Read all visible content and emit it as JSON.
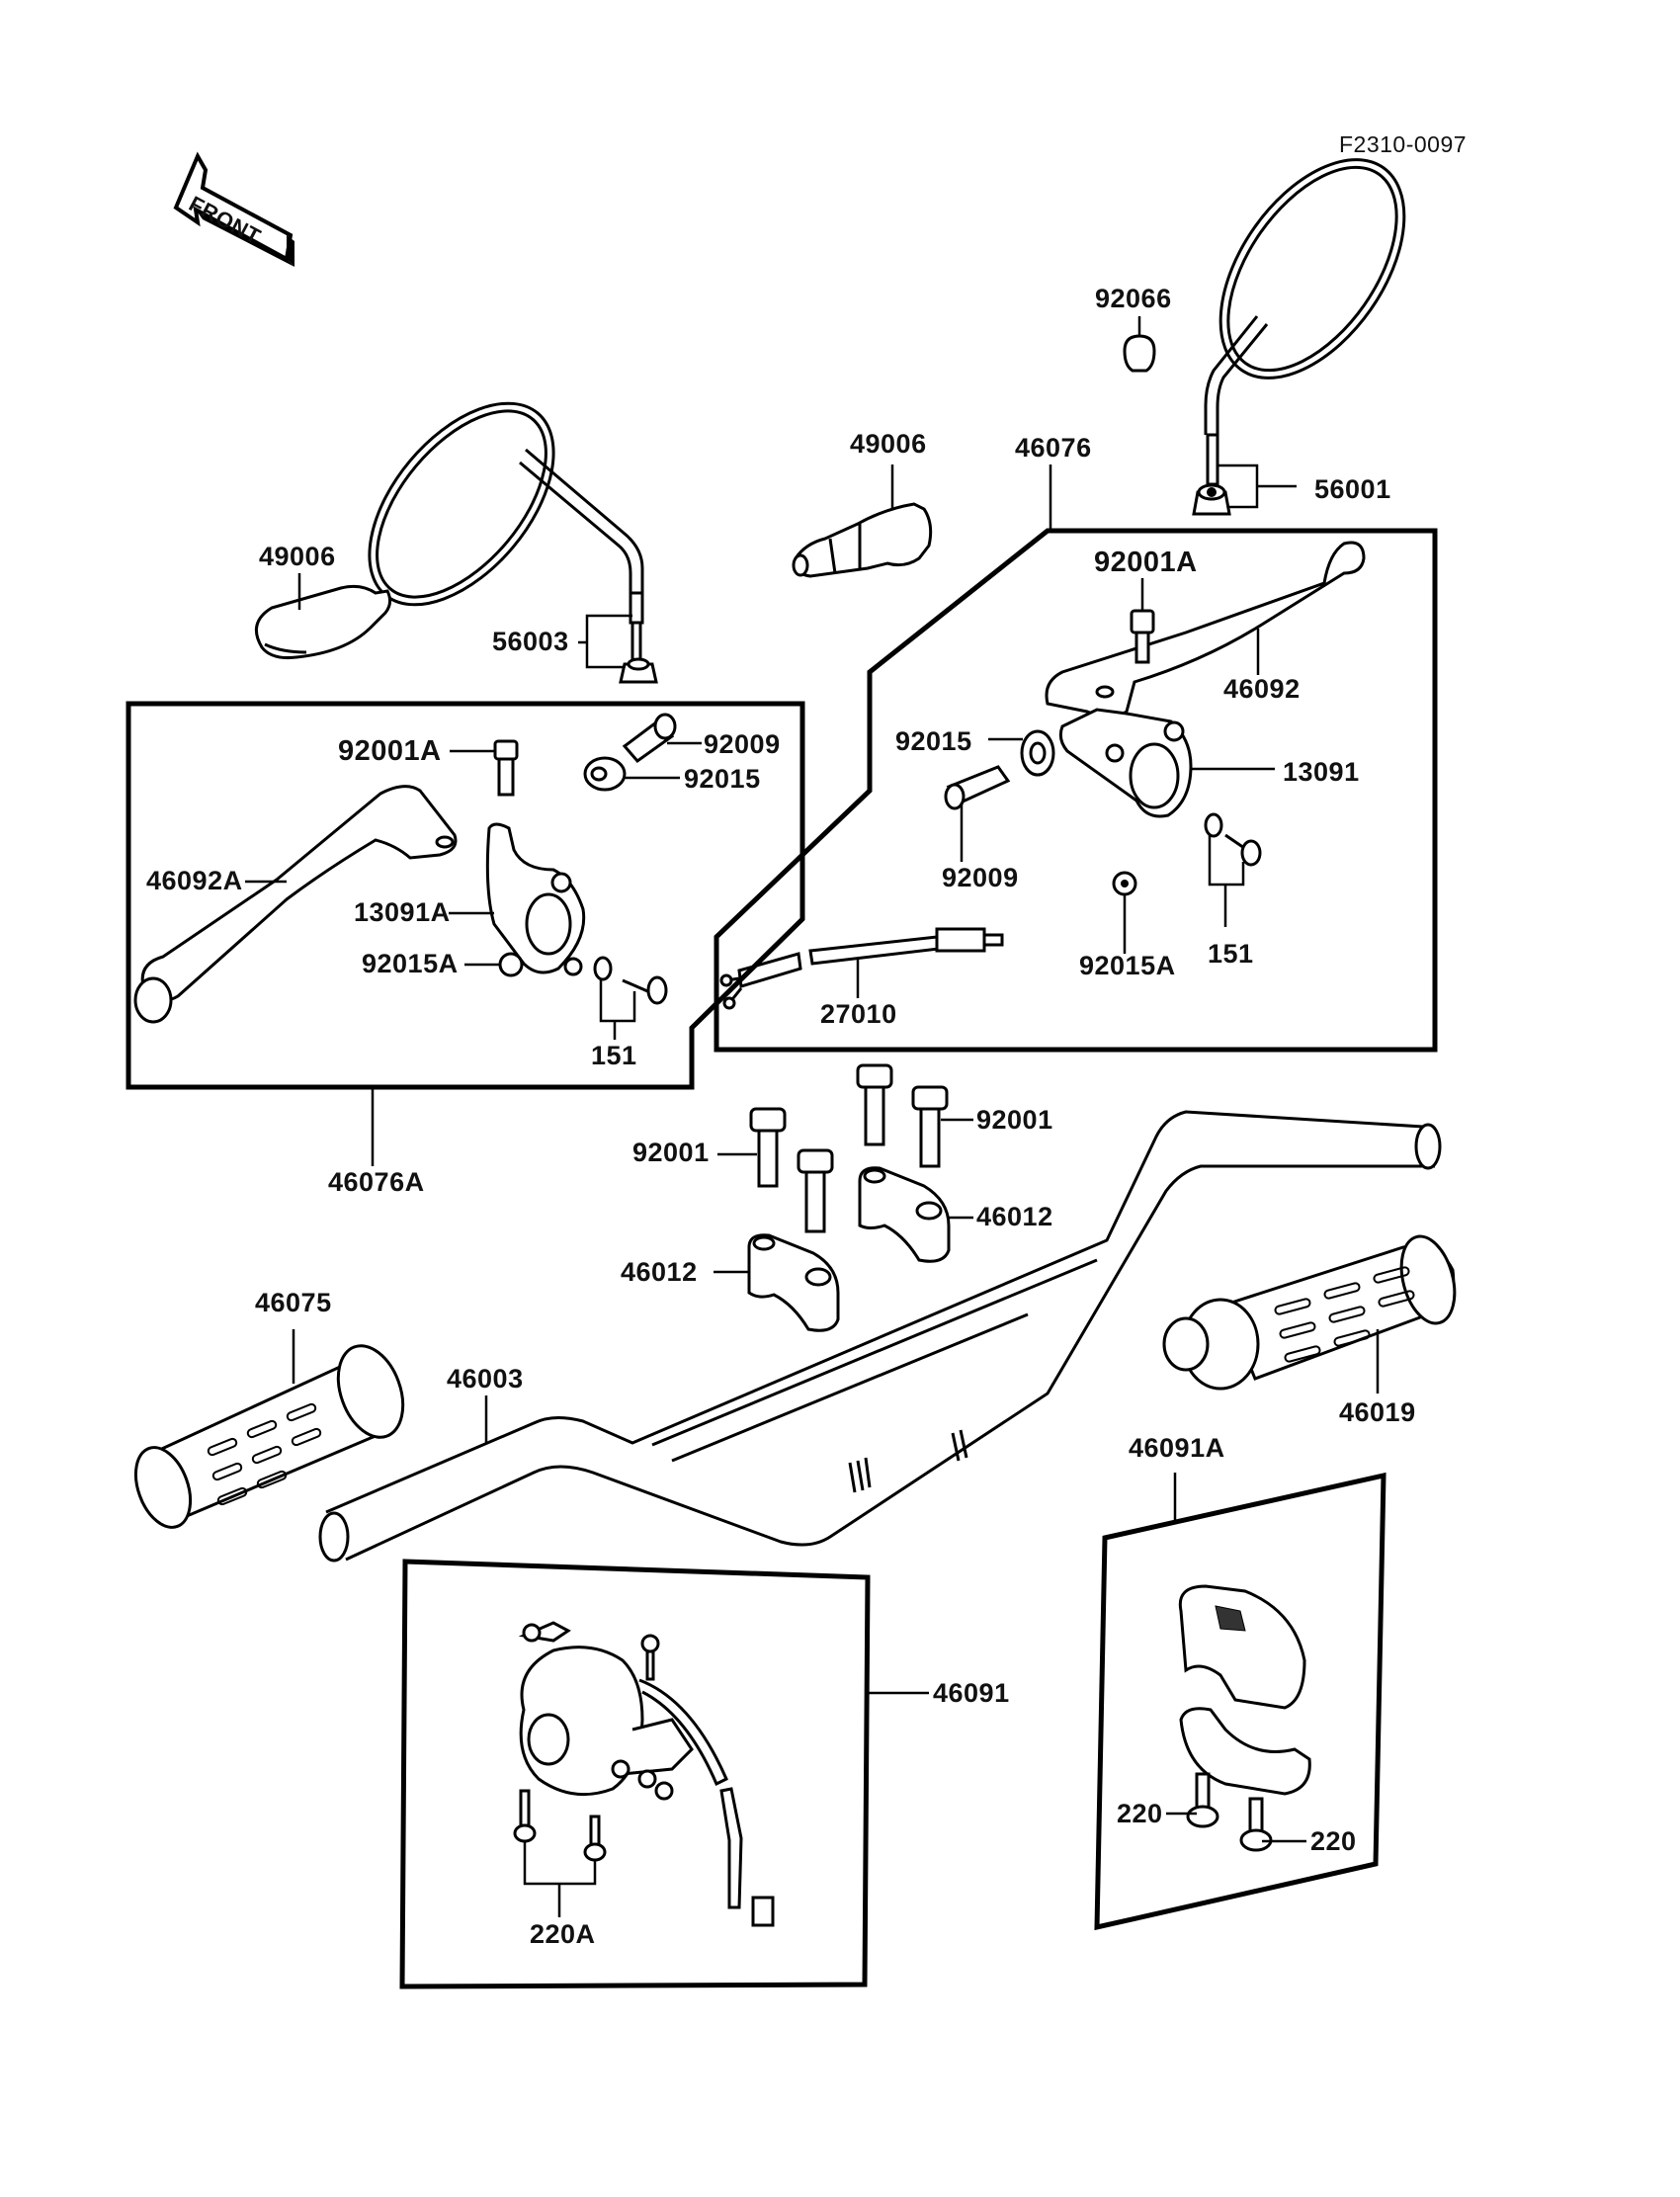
{
  "diagram": {
    "ref_code": "F2310-0097",
    "front_arrow_label": "FRONT",
    "assemblies": {
      "left_lever_assembly": "46076A",
      "right_lever_assembly": "46076",
      "left_switch_assembly": "46091",
      "right_switch_assembly": "46091A"
    },
    "labels": {
      "left_winker": "49006",
      "left_mirror_nut": "56003",
      "right_winker": "49006",
      "right_mirror_nut": "56001",
      "mirror_cap": "92066",
      "right_pivot_bolt": "92001A",
      "right_lever": "46092",
      "right_locknut": "92015",
      "right_holder": "13091",
      "right_adjuster": "92009",
      "right_nut": "92015A",
      "right_bolt_washer": "151",
      "brake_switch": "27010",
      "left_pivot_bolt": "92001A",
      "left_adjuster": "92009",
      "left_locknut": "92015",
      "left_lever": "46092A",
      "left_holder": "13091A",
      "left_nut": "92015A",
      "left_bolt_washer": "151",
      "holder_bolt_left": "92001",
      "holder_bolt_right": "92001",
      "upper_holder_right": "46012",
      "upper_holder_left": "46012",
      "left_grip": "46075",
      "handlebar": "46003",
      "throttle_grip": "46019",
      "left_switch_screws": "220A",
      "right_switch_screw_left": "220",
      "right_switch_screw_right": "220"
    }
  }
}
